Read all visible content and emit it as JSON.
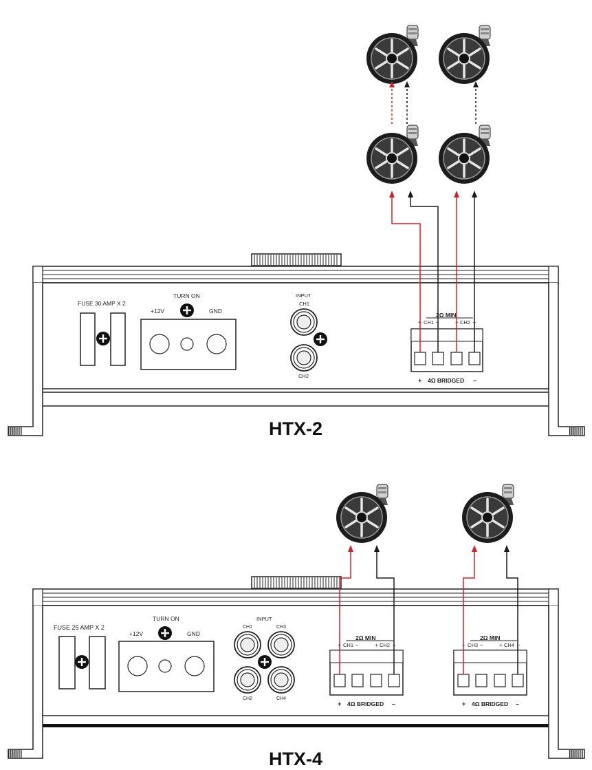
{
  "htx2": {
    "model": "HTX-2",
    "fuse_label": "FUSE 30 AMP X 2",
    "turn_on_label": "TURN ON",
    "plus12_label": "+12V",
    "gnd_label": "GND",
    "input_label": "INPUT",
    "input_ch_top": "CH1",
    "input_ch_bottom": "CH2",
    "min_label": "2Ω MIN",
    "ch_a_label": "CH1",
    "ch_b_label": "CH2",
    "bridged_label": "4Ω BRIDGED",
    "plus_sign": "+",
    "minus_sign": "–"
  },
  "htx4": {
    "model": "HTX-4",
    "fuse_label": "FUSE 25 AMP X 2",
    "turn_on_label": "TURN ON",
    "plus12_label": "+12V",
    "gnd_label": "GND",
    "input_label": "INPUT",
    "input_ch": [
      "CH1",
      "CH3",
      "CH2",
      "CH4"
    ],
    "group1": {
      "min_label": "2Ω MIN",
      "ch_a_label": "CH1",
      "ch_b_label": "CH2",
      "bridged_label": "4Ω BRIDGED"
    },
    "group2": {
      "min_label": "2Ω MIN",
      "ch_a_label": "CH3",
      "ch_b_label": "CH4",
      "bridged_label": "4Ω BRIDGED"
    },
    "plus_sign": "+",
    "minus_sign": "–"
  },
  "colors": {
    "positive_wire": "#d62027",
    "negative_wire": "#1a1a1a",
    "outline": "#222222",
    "speaker_body": "#1c1c1c"
  },
  "icons": [
    "speaker-icon",
    "ground-screw-icon",
    "rca-jack-icon",
    "heatsink-fin-icon"
  ]
}
